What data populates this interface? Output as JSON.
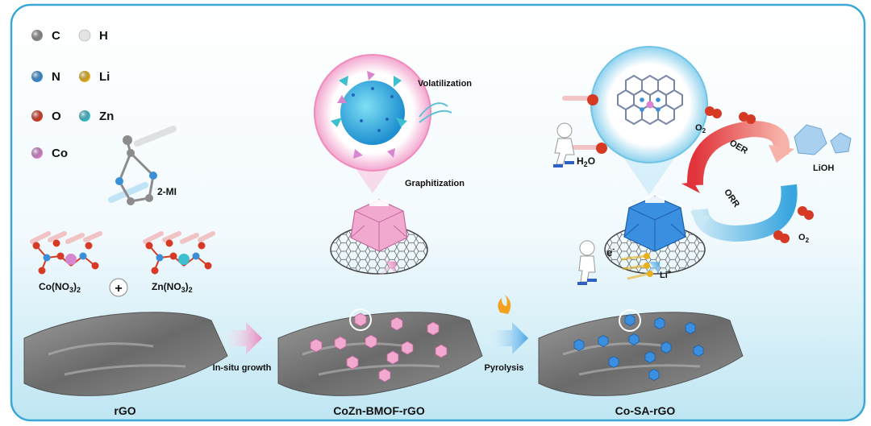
{
  "legend": {
    "C": "C",
    "H": "H",
    "N": "N",
    "Li": "Li",
    "O": "O",
    "Zn": "Zn",
    "Co": "Co"
  },
  "colors": {
    "C": "#8c8c8c",
    "H": "#e4e4e4",
    "N": "#3a8fd8",
    "Li": "#e8b21e",
    "O": "#d63a24",
    "Zn": "#3cbfcf",
    "Co": "#d886cf",
    "pink_mof": "#f1a9cf",
    "blue_mof": "#3a8fe0",
    "rgo": "#7d7d7d"
  },
  "labels": {
    "mi": "2-MI",
    "co_no3_main": "Co(NO",
    "co_no3_sub": "3",
    "co_no3_tail": ")",
    "co_no3_sub2": "2",
    "plus": "+",
    "zn_no3_main": "Zn(NO",
    "zn_no3_sub": "3",
    "zn_no3_tail": ")",
    "zn_no3_sub2": "2",
    "volatilization": "Volatilization",
    "graphitization": "Graphitization",
    "insitu": "In-situ growth",
    "pyrolysis": "Pyrolysis",
    "o2_top_main": "O",
    "o2_top_sub": "2",
    "o2_bottom_main": "O",
    "o2_bottom_sub": "2",
    "oer": "OER",
    "orr": "ORR",
    "lioh": "LiOH",
    "h2o_a": "H",
    "h2o_sub": "2",
    "h2o_b": "O",
    "electron": "e",
    "electron_sup": "-",
    "li_main": "Li",
    "li_sup": "+"
  },
  "stages": {
    "rgo": "rGO",
    "bmof": "CoZn-BMOF-rGO",
    "cosa": "Co-SA-rGO"
  }
}
